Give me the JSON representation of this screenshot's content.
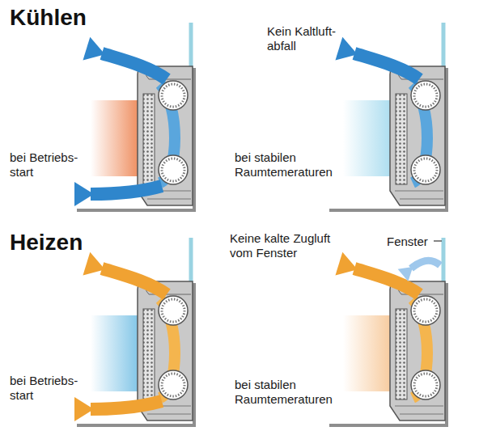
{
  "diagram": {
    "labels": [
      "Kühlen",
      "bei Betriebs- start",
      "Kein Kaltluft- abfall",
      "bei stabilen Raumtemeraturen",
      "Heizen",
      "bei Betriebs- start",
      "Keine kalte Zugluft vom Fenster",
      "Fenster",
      "bei stabilen Raumtemeraturen"
    ]
  }
}
